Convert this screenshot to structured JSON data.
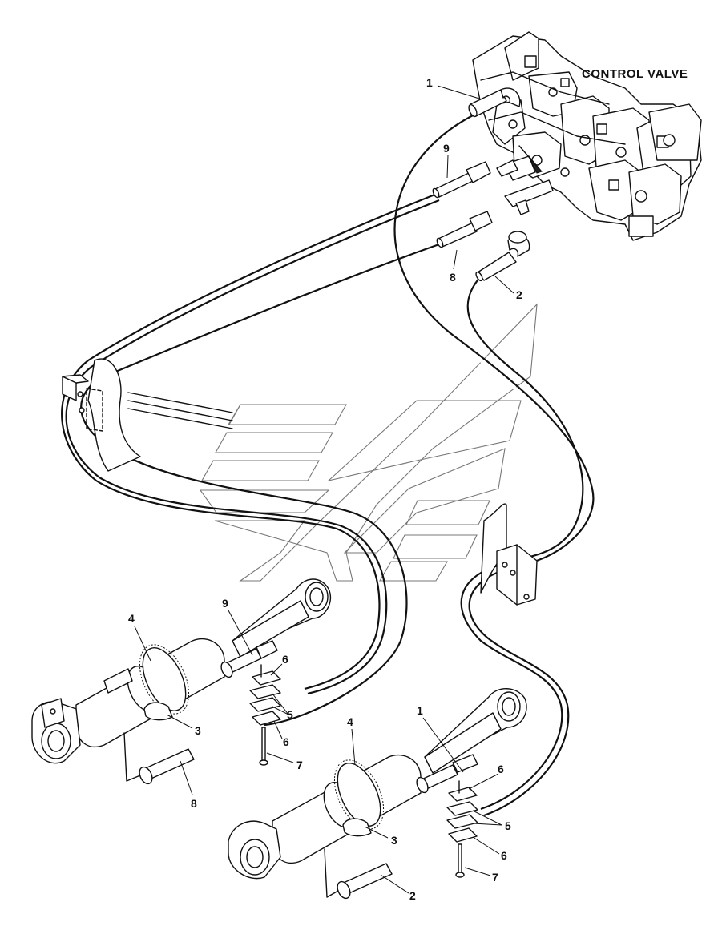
{
  "title": "CONTROL VALVE",
  "callouts": [
    {
      "id": "c-1-top",
      "text": "1"
    },
    {
      "id": "c-9-top",
      "text": "9"
    },
    {
      "id": "c-8-top",
      "text": "8"
    },
    {
      "id": "c-2-top",
      "text": "2"
    },
    {
      "id": "c-4-left",
      "text": "4"
    },
    {
      "id": "c-9-left",
      "text": "9"
    },
    {
      "id": "c-6a-left",
      "text": "6"
    },
    {
      "id": "c-5-left",
      "text": "5"
    },
    {
      "id": "c-3-left",
      "text": "3"
    },
    {
      "id": "c-6b-left",
      "text": "6"
    },
    {
      "id": "c-7-left",
      "text": "7"
    },
    {
      "id": "c-8-left",
      "text": "8"
    },
    {
      "id": "c-4-right",
      "text": "4"
    },
    {
      "id": "c-1-right",
      "text": "1"
    },
    {
      "id": "c-6a-right",
      "text": "6"
    },
    {
      "id": "c-5-right",
      "text": "5"
    },
    {
      "id": "c-3-right",
      "text": "3"
    },
    {
      "id": "c-6b-right",
      "text": "6"
    },
    {
      "id": "c-7-right",
      "text": "7"
    },
    {
      "id": "c-2-right",
      "text": "2"
    }
  ]
}
